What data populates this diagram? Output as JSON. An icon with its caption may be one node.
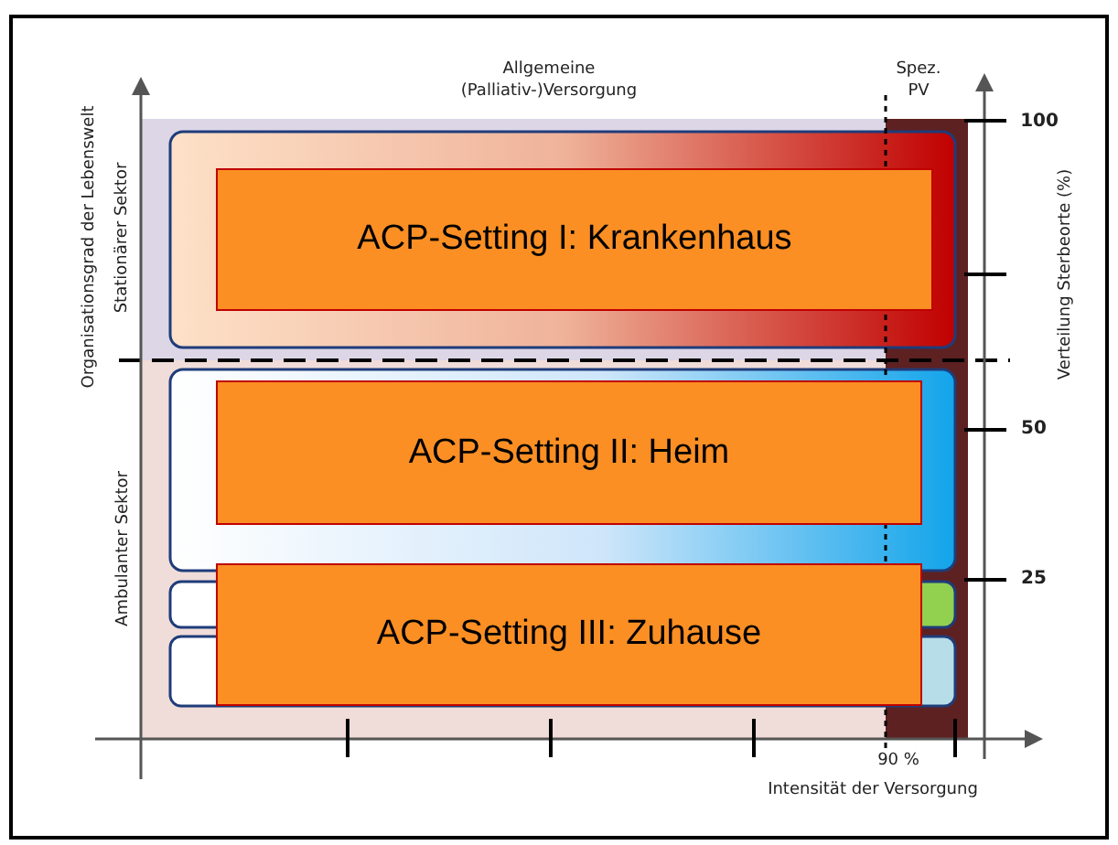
{
  "diagram": {
    "nodes": [
      {
        "text": [
          "ACP-Setting I: Krankenhaus"
        ]
      },
      {
        "text": [
          "ACP-Setting II: Heim"
        ]
      },
      {
        "text": [
          "ACP-Setting III: Zuhause"
        ]
      }
    ],
    "edges": [],
    "labels": [
      "Allgemeine (Palliativ-)Versorgung",
      "Spez. PV",
      "100",
      "Organisationsgrad der Lebenswelt",
      "Stationärer Sektor",
      "Verteilung Sterbeorte (%)",
      "50",
      "Ambulanter Sektor",
      "25",
      "90 %",
      "Intensität der Versorgung"
    ]
  }
}
